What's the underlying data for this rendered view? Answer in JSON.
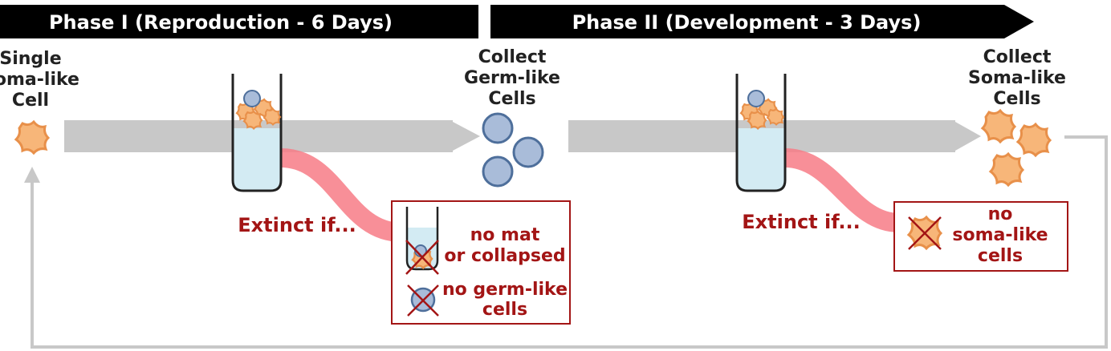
{
  "phases": [
    {
      "label": "Phase I (Reproduction - 6 Days)"
    },
    {
      "label": "Phase II (Development - 3 Days)"
    }
  ],
  "labels": {
    "start": [
      "Single",
      "Soma-like",
      "Cell"
    ],
    "collect_germ": [
      "Collect",
      "Germ-like",
      "Cells"
    ],
    "collect_soma": [
      "Collect",
      "Soma-like",
      "Cells"
    ],
    "extinct_1": "Extinct if...",
    "extinct_2": "Extinct if..."
  },
  "conditions_phase1": [
    [
      "no mat",
      "or collapsed"
    ],
    [
      "no germ-like",
      "cells"
    ]
  ],
  "conditions_phase2": [
    [
      "no",
      "soma-like",
      "cells"
    ]
  ],
  "colors": {
    "phase_bar": "#000000",
    "flow_arrow": "#c8c8c8",
    "soma_cell_fill": "#f7b679",
    "soma_cell_stroke": "#e8904a",
    "germ_cell_fill": "#a9bcd9",
    "germ_cell_stroke": "#4e6f9b",
    "tube_liquid": "#d3ebf3",
    "extinct_path": "#f77b86",
    "extinct_text": "#a31515",
    "cross": "#a31515"
  }
}
